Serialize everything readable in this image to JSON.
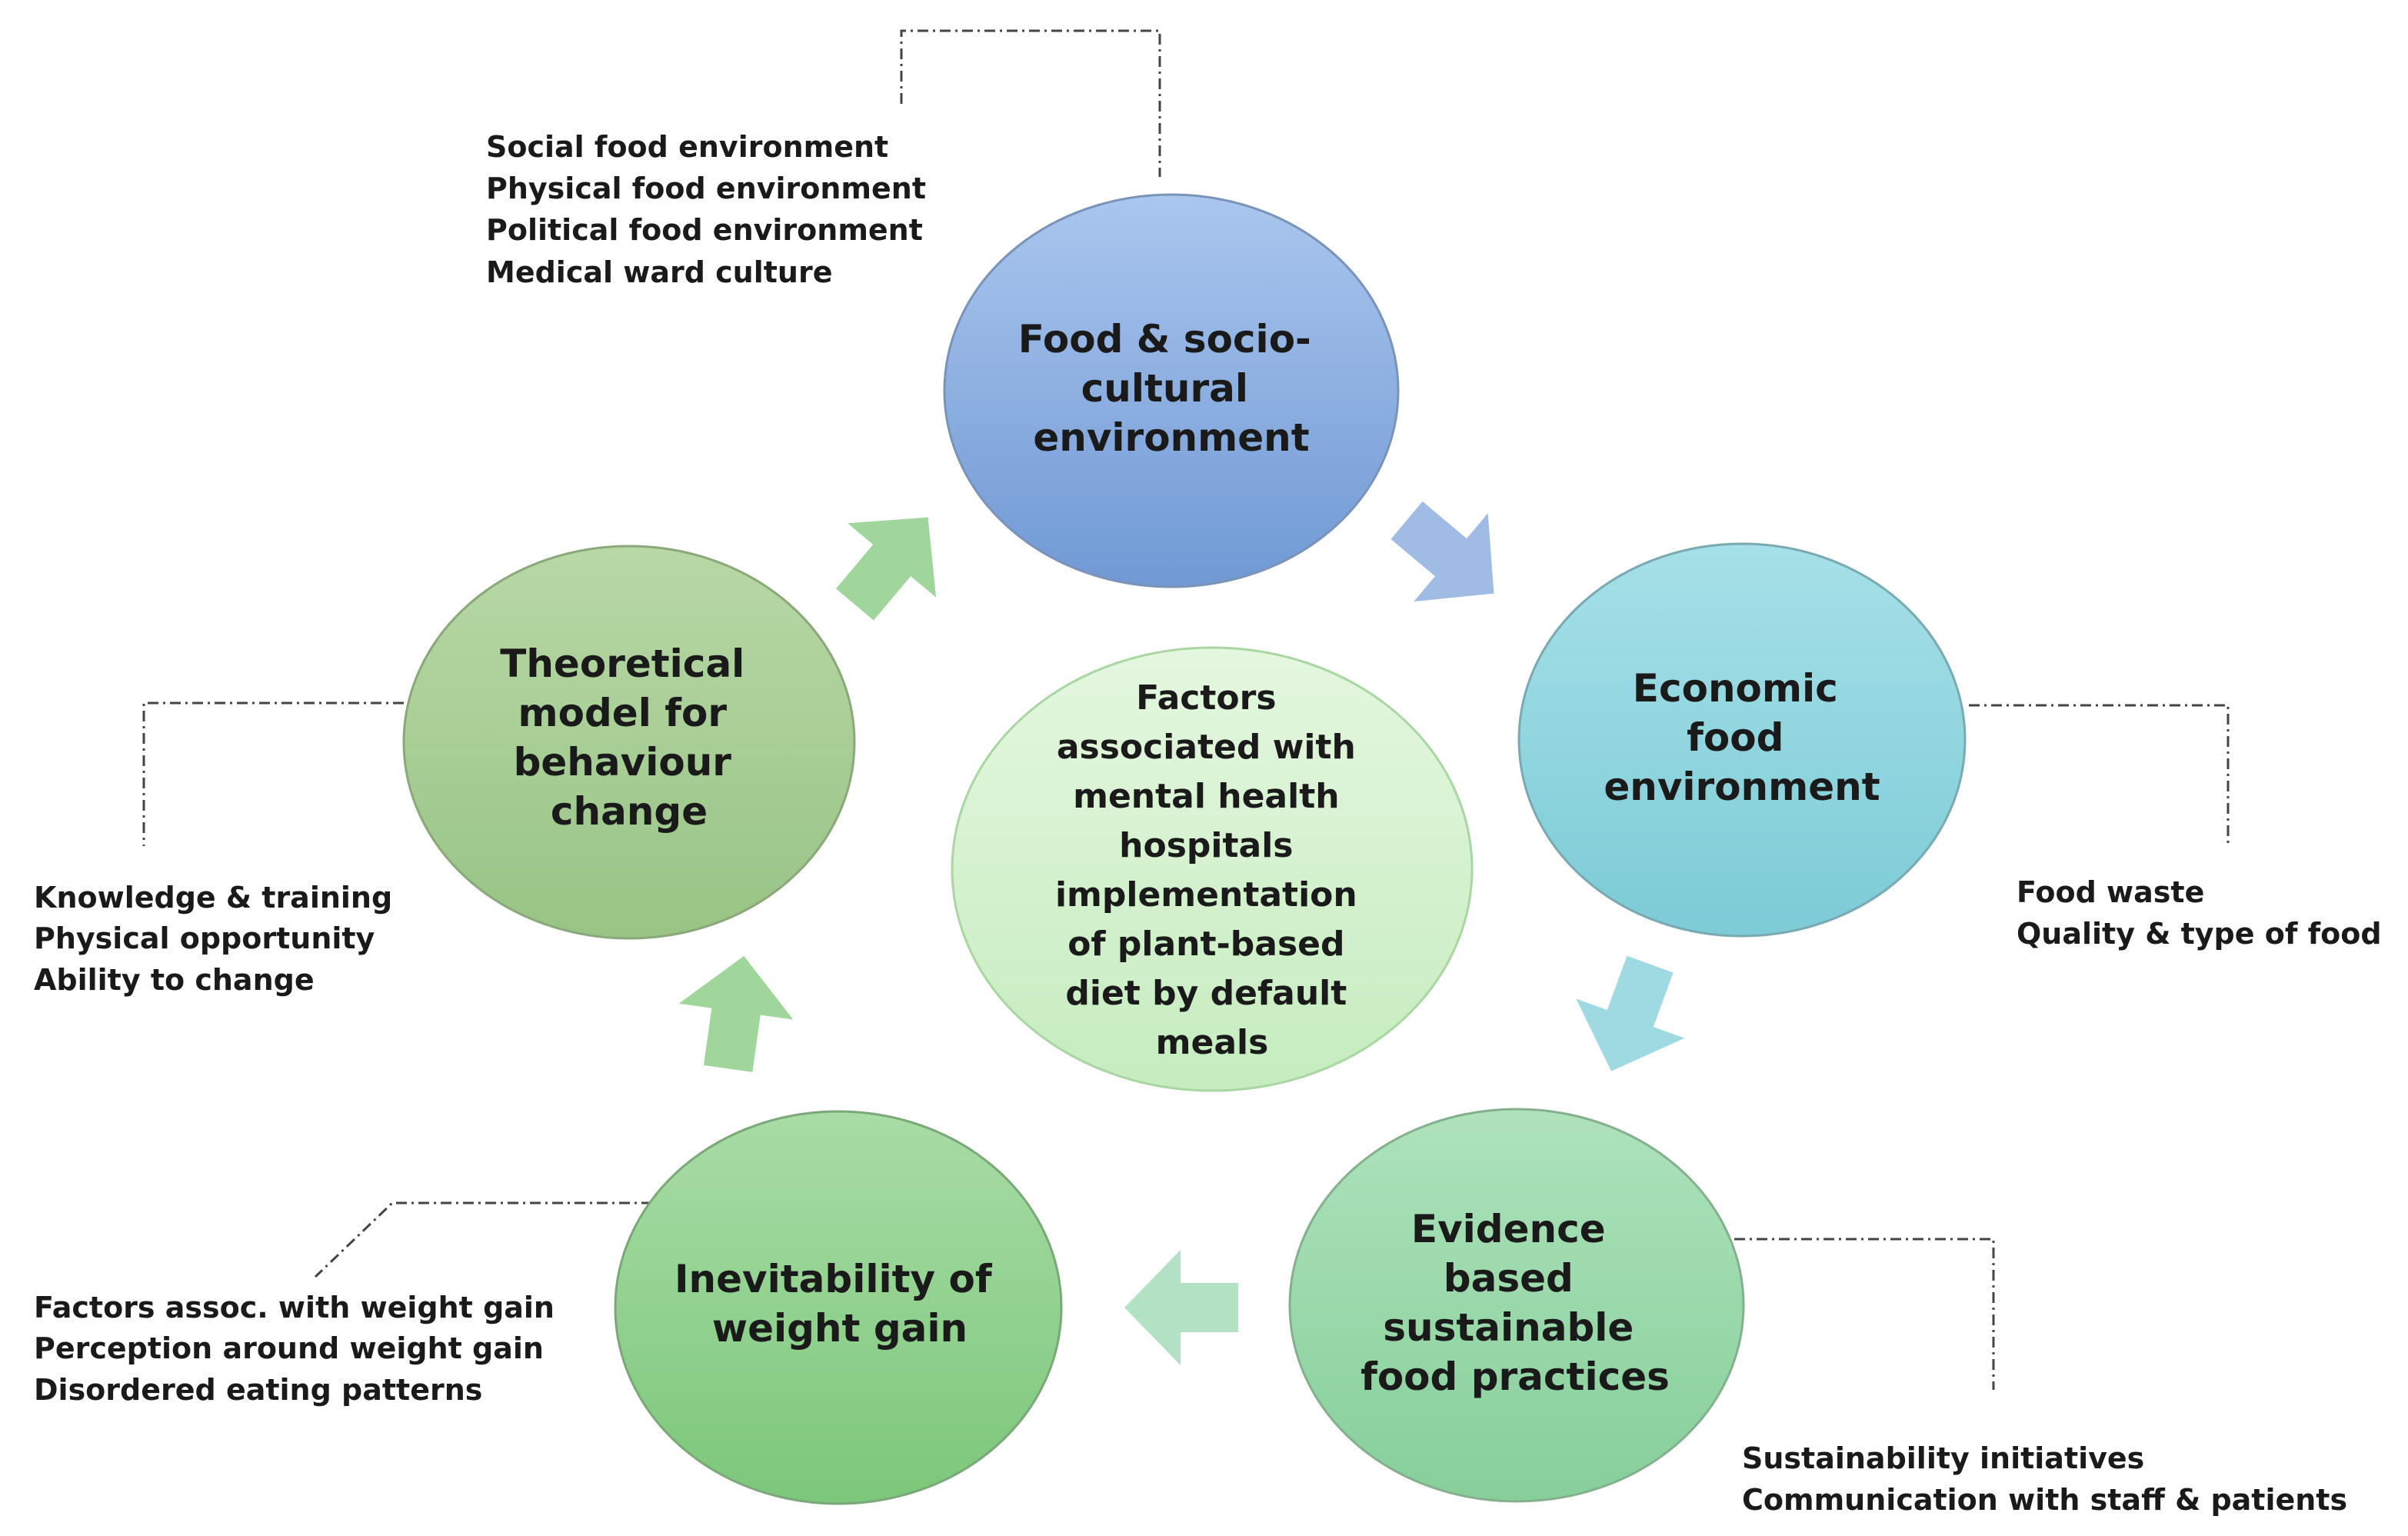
{
  "center": {
    "lines": [
      "Factors",
      "associated with",
      "mental health",
      "hospitals",
      "implementation",
      "of plant-based",
      "diet by default",
      "meals"
    ]
  },
  "nodes": {
    "food_socio_cultural": {
      "lines": [
        "Food & socio-",
        "cultural",
        "environment"
      ],
      "notes": [
        "Social food environment",
        "Physical food environment",
        "Political food environment",
        "Medical ward culture"
      ]
    },
    "economic": {
      "lines": [
        "Economic",
        "food",
        "environment"
      ],
      "notes": [
        "Food waste",
        "Quality & type of food"
      ]
    },
    "evidence_based": {
      "lines": [
        "Evidence",
        "based",
        "sustainable",
        "food practices"
      ],
      "notes": [
        "Sustainability initiatives",
        "Communication with staff & patients"
      ]
    },
    "weight_gain": {
      "lines": [
        "Inevitability of",
        "weight gain"
      ],
      "notes": [
        "Factors assoc. with weight gain",
        "Perception around weight gain",
        "Disordered eating patterns"
      ]
    },
    "theoretical_model": {
      "lines": [
        "Theoretical",
        "model for",
        "behaviour",
        "change"
      ],
      "notes": [
        "Knowledge & training",
        "Physical opportunity",
        "Ability to change"
      ]
    }
  },
  "colors": {
    "food_socio_cultural": "#8fb0e0",
    "economic": "#8ed4de",
    "evidence_based": "#9ad8a8",
    "weight_gain": "#92d28e",
    "theoretical_model": "#a9cf94",
    "center": "#d6f2d0"
  }
}
